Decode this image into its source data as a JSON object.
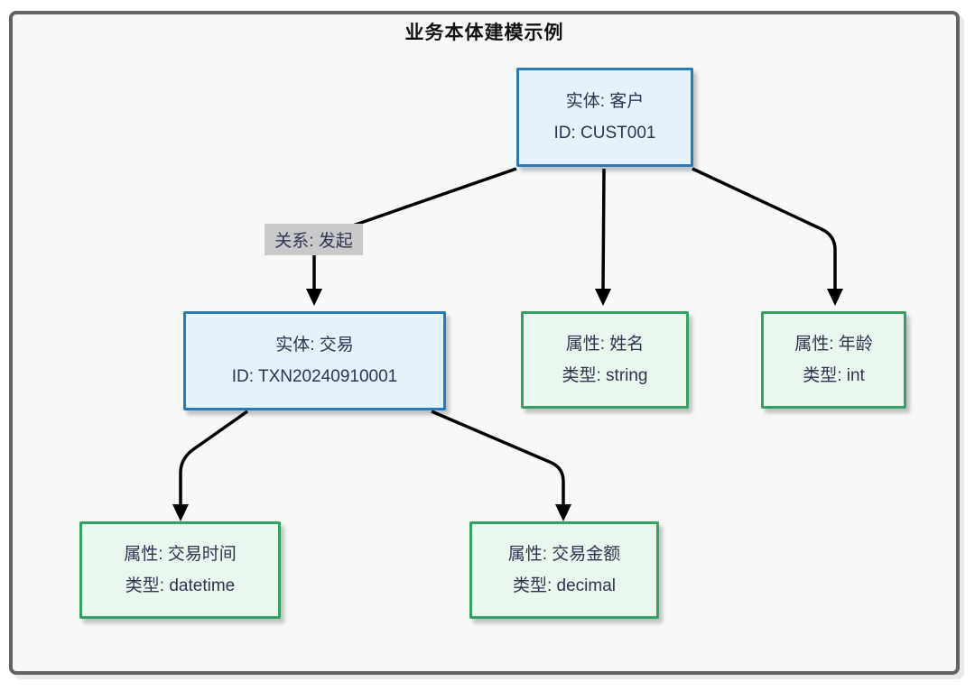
{
  "diagram": {
    "title": "业务本体建模示例",
    "nodes": [
      {
        "id": "customer",
        "kind": "entity",
        "line1": "实体: 客户",
        "line2": "ID: CUST001"
      },
      {
        "id": "transaction",
        "kind": "entity",
        "line1": "实体: 交易",
        "line2": "ID: TXN20240910001"
      },
      {
        "id": "attr-name",
        "kind": "attribute",
        "line1": "属性: 姓名",
        "line2": "类型: string"
      },
      {
        "id": "attr-age",
        "kind": "attribute",
        "line1": "属性: 年龄",
        "line2": "类型: int"
      },
      {
        "id": "attr-time",
        "kind": "attribute",
        "line1": "属性: 交易时间",
        "line2": "类型: datetime"
      },
      {
        "id": "attr-amount",
        "kind": "attribute",
        "line1": "属性: 交易金额",
        "line2": "类型: decimal"
      }
    ],
    "edges": [
      {
        "from": "customer",
        "to": "transaction",
        "label": "关系: 发起"
      },
      {
        "from": "customer",
        "to": "attr-name",
        "label": ""
      },
      {
        "from": "customer",
        "to": "attr-age",
        "label": ""
      },
      {
        "from": "transaction",
        "to": "attr-time",
        "label": ""
      },
      {
        "from": "transaction",
        "to": "attr-amount",
        "label": ""
      }
    ],
    "colors": {
      "entity_border": "#2879bd",
      "entity_fill": "#e3f2fb",
      "attribute_border": "#34a062",
      "attribute_fill": "#eaf7ef",
      "edge_label_bg": "#c9c9c9",
      "text": "#2e3450",
      "edge": "#000000",
      "frame_border": "#636363",
      "canvas_bg": "#f7f8f8"
    }
  }
}
